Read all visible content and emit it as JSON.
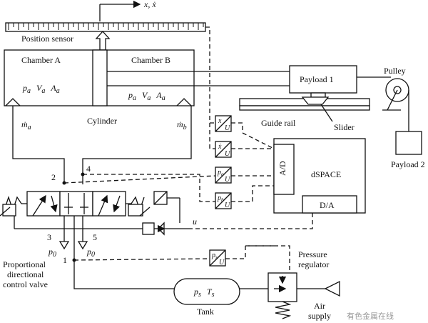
{
  "axis": {
    "label": "x, ẋ"
  },
  "sensor": {
    "label": "Position sensor"
  },
  "cylinder": {
    "chamber_a": "Chamber A",
    "chamber_b": "Chamber B",
    "label": "Cylinder",
    "vars_a": [
      "p",
      "a",
      "V",
      "a",
      "A",
      "a"
    ],
    "vars_b": [
      "p",
      "a",
      "V",
      "a",
      "A",
      "a"
    ],
    "flow_a": "ṁ",
    "flow_a_sub": "a",
    "flow_b": "ṁ",
    "flow_b_sub": "b"
  },
  "payload1": {
    "label": "Payload 1"
  },
  "pulley": {
    "label": "Pulley"
  },
  "payload2": {
    "label": "Payload 2"
  },
  "guide_rail": {
    "label": "Guide rail"
  },
  "slider": {
    "label": "Slider"
  },
  "converters": [
    {
      "top": "x",
      "bottom": "U"
    },
    {
      "top": "ẋ",
      "bottom": "U"
    },
    {
      "top": "p",
      "sub": "a",
      "bottom": "U"
    },
    {
      "top": "p",
      "sub": "b",
      "bottom": "U"
    },
    {
      "top": "p",
      "sub": "s",
      "bottom": "U"
    }
  ],
  "dspace": {
    "label": "dSPACE",
    "ad": "A/D",
    "da": "D/A"
  },
  "valve": {
    "label_lines": [
      "Proportional",
      "directional",
      "control valve"
    ],
    "ports": [
      "1",
      "2",
      "3",
      "4",
      "5"
    ],
    "exhaust": "p",
    "exhaust_sub": "0",
    "input": "u"
  },
  "tank": {
    "label": "Tank",
    "p": "p",
    "p_sub": "s",
    "t": "T",
    "t_sub": "s"
  },
  "regulator": {
    "label_lines": [
      "Pressure",
      "regulator"
    ]
  },
  "air_supply": {
    "label_lines": [
      "Air",
      "supply"
    ]
  },
  "watermark": "有色金属在线"
}
